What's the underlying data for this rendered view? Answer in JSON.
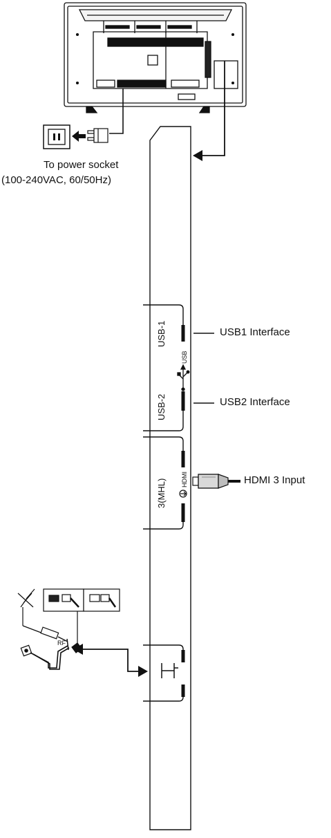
{
  "power": {
    "caption_line1": "To power socket",
    "caption_line2": "(100-240VAC, 60/50Hz)"
  },
  "ports": {
    "usb1_tag": "USB-1",
    "usb2_tag": "USB-2",
    "usb_symbol_text": "USB",
    "hdmi_tag": "3(MHL)",
    "hdmi_symbol_text": "HDMI",
    "rf_tag": "RF"
  },
  "callouts": {
    "usb1": "USB1 Interface",
    "usb2": "USB2 Interface",
    "hdmi3": "HDMI 3 Input"
  },
  "icons": [
    "tv-back-panel",
    "power-outlet-icon",
    "power-plug-icon",
    "usb-symbol-icon",
    "hdmi-cable-icon",
    "antenna-icon",
    "coax-connector-icon"
  ]
}
